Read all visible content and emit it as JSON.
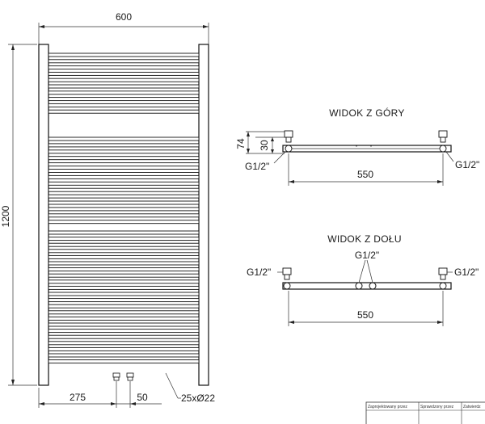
{
  "front_view": {
    "width_label": "600",
    "height_label": "1200",
    "offset_label": "275",
    "spacing_label": "50",
    "tubes_label": "25xØ22"
  },
  "top_view": {
    "title": "WIDOK Z GÓRY",
    "depth_label": "74",
    "pipe_label": "30",
    "connector_left": "G1/2\"",
    "connector_right": "G1/2\"",
    "length_label": "550"
  },
  "bottom_view": {
    "title": "WIDOK Z DOŁU",
    "connector_left": "G1/2\"",
    "connector_center": "G1/2\"",
    "connector_right": "G1/2\"",
    "length_label": "550"
  },
  "title_block": {
    "designed_by": "Zaprojektowany przez",
    "checked_by": "Sprawdzony przez",
    "approved_by": "Zatwierdz"
  }
}
